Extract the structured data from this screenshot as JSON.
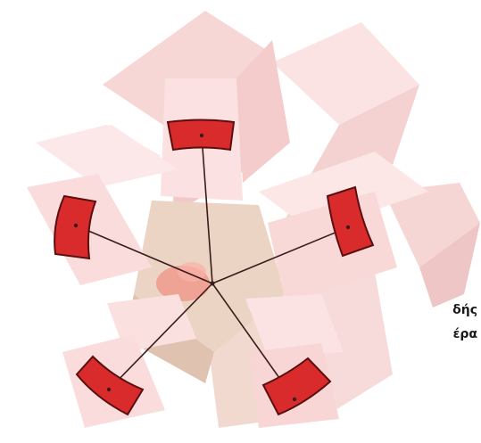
{
  "figure": {
    "description_visible_text": [
      "δής",
      "έρα"
    ],
    "colors": {
      "block_face_light": "#fbe3e3",
      "block_face_mid": "#f5cfcf",
      "block_face_dark": "#efc2c2",
      "hub": "#ecd4c4",
      "hub_shadow": "#dfc3b0",
      "handle_fill": "#d92b2b",
      "handle_stroke": "#5a0f0f",
      "spoke": "#3a1a1a",
      "glow": "#f07a70"
    },
    "arm_count": 5
  },
  "caption": {
    "line1": "δής",
    "line2": "έρα"
  }
}
